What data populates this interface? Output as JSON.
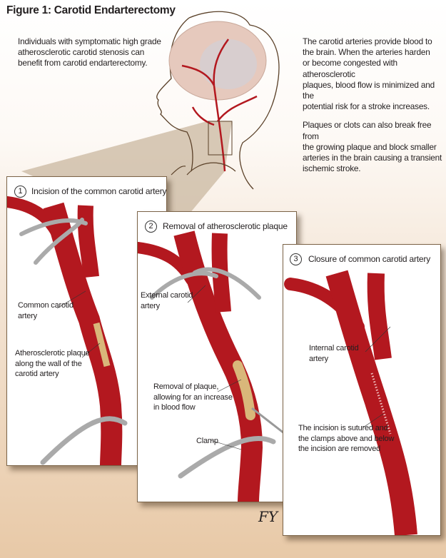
{
  "title": "Figure 1: Carotid Endarterectomy",
  "intro_left": [
    "Individuals with symptomatic high grade",
    "atherosclerotic carotid stenosis can",
    "benefit from carotid endarterectomy."
  ],
  "intro_right_1": [
    "The carotid arteries provide blood to",
    "the brain. When the arteries harden",
    "or become congested with atherosclerotic",
    "plaques, blood flow is minimized and the",
    "potential risk for a stroke increases."
  ],
  "intro_right_2": [
    "Plaques or clots can also break free from",
    "the growing plaque and block smaller",
    "arteries in the brain causing a transient",
    "ischemic stroke."
  ],
  "panels": [
    {
      "number": "1",
      "title": "Incision of the common carotid artery",
      "labels": [
        [
          "Common carotid",
          "artery"
        ],
        [
          "Atherosclerotic plaque",
          "along the wall of the",
          "carotid artery"
        ]
      ]
    },
    {
      "number": "2",
      "title": "Removal of atherosclerotic plaque",
      "labels": [
        [
          "External carotid",
          "artery"
        ],
        [
          "Removal of plaque,",
          "allowing for an increase",
          "in blood flow"
        ],
        [
          "Clamp"
        ]
      ]
    },
    {
      "number": "3",
      "title": "Closure of common carotid artery",
      "labels": [
        [
          "Internal carotid",
          "artery"
        ],
        [
          "The incision is sutured and",
          "the clamps above and below",
          "the incision are removed"
        ]
      ]
    }
  ],
  "signature": "FY",
  "colors": {
    "artery": "#b3181f",
    "plaque": "#d9b77a",
    "clamp": "#a9a9a9",
    "background_bottom": "#e8c9a7",
    "panel_border": "#7b6347"
  }
}
